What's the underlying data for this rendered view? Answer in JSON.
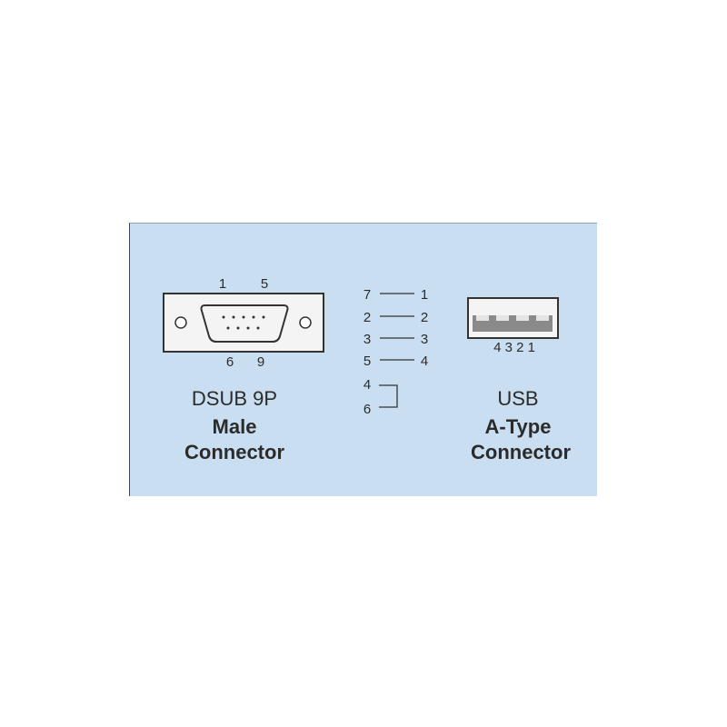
{
  "dsub": {
    "pin_top_left": "1",
    "pin_top_right": "5",
    "pin_bottom_left": "6",
    "pin_bottom_right": "9",
    "caption_line1": "DSUB 9P",
    "caption_line2": "Male",
    "caption_line3": "Connector"
  },
  "wiring": {
    "pairs": [
      {
        "left": "7",
        "right": "1"
      },
      {
        "left": "2",
        "right": "2"
      },
      {
        "left": "3",
        "right": "3"
      },
      {
        "left": "5",
        "right": "4"
      }
    ],
    "loop_top": "4",
    "loop_bottom": "6"
  },
  "usb": {
    "pins": "4 3 2 1",
    "caption_line1": "USB",
    "caption_line2": "A-Type",
    "caption_line3": "Connector"
  },
  "colors": {
    "panel": "#c9dff1",
    "connector_fill": "#f4f4f4",
    "line": "#333333"
  }
}
